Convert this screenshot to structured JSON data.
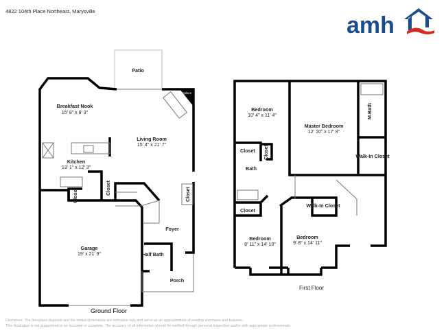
{
  "header": {
    "address": "4822 104th Place Northeast, Marysville",
    "logo_text": "amh",
    "brand_colors": {
      "blue": "#1a4d8f",
      "red": "#d52b1e"
    }
  },
  "ground_floor": {
    "label": "Ground Floor",
    "rooms": [
      {
        "name": "Patio"
      },
      {
        "name": "Fireplace"
      },
      {
        "name": "Breakfast Nook",
        "dims": "15' 8\" x 8' 3\""
      },
      {
        "name": "Living Room",
        "dims": "15' 4\" x 21' 7\""
      },
      {
        "name": "Kitchen",
        "dims": "13' 1\" x 12' 3\""
      },
      {
        "name": "Closet"
      },
      {
        "name": "Closet"
      },
      {
        "name": "Closet"
      },
      {
        "name": "Foyer"
      },
      {
        "name": "Garage",
        "dims": "19' x 21' 9\""
      },
      {
        "name": "Half Bath"
      },
      {
        "name": "Porch"
      }
    ]
  },
  "first_floor": {
    "label": "First Floor",
    "rooms": [
      {
        "name": "Bedroom",
        "dims": "10' 4\" x 11' 4\""
      },
      {
        "name": "Master Bedroom",
        "dims": "12' 10\" x 17' 8\""
      },
      {
        "name": "M.Bath"
      },
      {
        "name": "Walk-In Closet"
      },
      {
        "name": "Closet"
      },
      {
        "name": "Closet"
      },
      {
        "name": "Bath"
      },
      {
        "name": "Closet"
      },
      {
        "name": "Walk-In Closet"
      },
      {
        "name": "Bedroom",
        "dims": "8' 11\" x 14' 10\""
      },
      {
        "name": "Bedroom",
        "dims": "9' 8\" x 14' 11\""
      }
    ]
  },
  "disclaimer": {
    "line1": "Disclaimer: The floorplans depicted and the stated dimensions are indicative only and serve as an approximation of existing structures and features.",
    "line2": "This illustration is not guaranteed to be accurate or complete. The accuracy of all information should be verified through personal inspection and/or with appropriate professionals."
  }
}
